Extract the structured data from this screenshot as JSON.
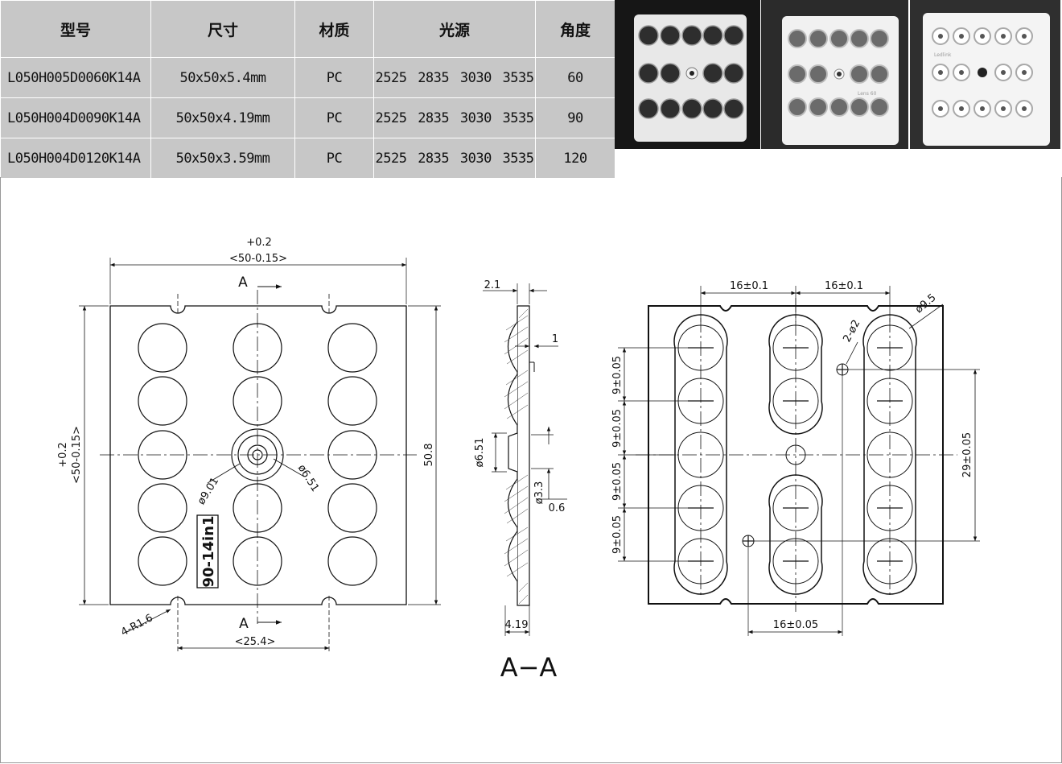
{
  "table": {
    "headers": [
      "型号",
      "尺寸",
      "材质",
      "光源",
      "角度"
    ],
    "rows": [
      {
        "model": "L050H005D0060K14A",
        "size": "50x50x5.4mm",
        "material": "PC",
        "source": "2525 2835 3030 3535",
        "angle": "60"
      },
      {
        "model": "L050H004D0090K14A",
        "size": "50x50x4.19mm",
        "material": "PC",
        "source": "2525 2835 3030 3535",
        "angle": "90"
      },
      {
        "model": "L050H004D0120K14A",
        "size": "50x50x3.59mm",
        "material": "PC",
        "source": "2525 2835 3030 3535",
        "angle": "120"
      }
    ]
  },
  "photos": {
    "photo2_label": "Lens 60",
    "photo3_label": "Ledlink"
  },
  "front_view": {
    "tol_plus": "+0.2",
    "width_dim": "<50-0.15>",
    "section_label_top": "A",
    "section_label_bottom": "A",
    "height_tol_plus": "+0.2",
    "height_dim": "<50-0.15>",
    "overall_height": "50.8",
    "dia_outer": "ø9.01",
    "dia_inner": "ø6.51",
    "product_code": "90-14in1",
    "corner_radius": "4-R1.6",
    "pitch_dim": "<25.4>"
  },
  "section_view": {
    "top_width": "2.1",
    "step": "1",
    "dia_hole": "ø6.51",
    "dia_small": "ø3.3",
    "offset": "0.6",
    "thickness": "4.19",
    "title": "A−A"
  },
  "back_view": {
    "pitch_top_left": "16±0.1",
    "pitch_top_right": "16±0.1",
    "lens_dia": "ø9.5",
    "pin_holes": "2-ø2",
    "row_pitch_1": "9±0.05",
    "row_pitch_2": "9±0.05",
    "row_pitch_3": "9±0.05",
    "row_pitch_4": "9±0.05",
    "pin_vertical": "29±0.05",
    "pin_horizontal": "16±0.05"
  }
}
